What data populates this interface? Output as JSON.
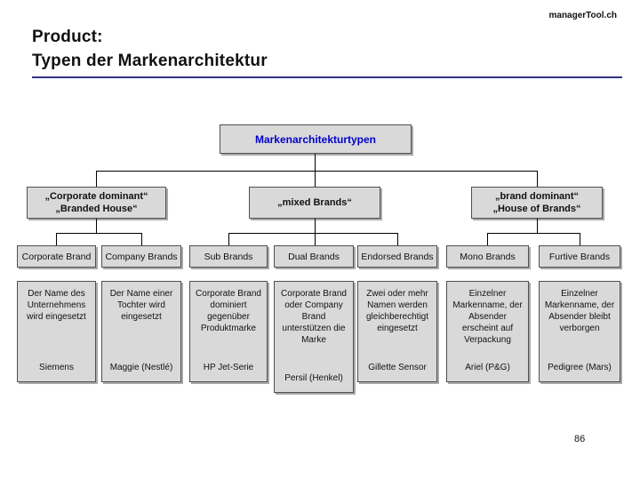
{
  "header": {
    "brand": "managerTool.ch",
    "title_line1": "Product:",
    "title_line2": "Typen der Markenarchitektur"
  },
  "colors": {
    "root_label": "#0000cc",
    "title_underline": "#333388",
    "box_fill": "#d9d9d9",
    "box_border": "#4f4f4f"
  },
  "chart": {
    "root": {
      "label": "Markenarchitekturtypen"
    },
    "groups": [
      {
        "label_line1": "„Corporate dominant“",
        "label_line2": "„Branded House“"
      },
      {
        "label_line1": "„mixed Brands“",
        "label_line2": ""
      },
      {
        "label_line1": "„brand dominant“",
        "label_line2": "„House of Brands“"
      }
    ],
    "types": [
      {
        "name": "Corporate Brand",
        "description": "Der Name des Unternehmens wird eingesetzt",
        "example": "Siemens"
      },
      {
        "name": "Company Brands",
        "description": "Der Name einer Tochter wird eingesetzt",
        "example": "Maggie (Nestlé)"
      },
      {
        "name": "Sub Brands",
        "description": "Corporate Brand dominiert gegenüber Produktmarke",
        "example": "HP Jet-Serie"
      },
      {
        "name": "Dual Brands",
        "description": "Corporate Brand oder Company Brand unterstützen die Marke",
        "example": "Persil (Henkel)"
      },
      {
        "name": "Endorsed Brands",
        "description": "Zwei oder mehr Namen werden gleichberechtigt eingesetzt",
        "example": "Gillette Sensor"
      },
      {
        "name": "Mono Brands",
        "description": "Einzelner Markenname, der Absender erscheint auf Verpackung",
        "example": "Ariel (P&G)"
      },
      {
        "name": "Furtive Brands",
        "description": "Einzelner Markenname, der Absender bleibt verborgen",
        "example": "Pedigree (Mars)"
      }
    ]
  },
  "footer": {
    "page_number": "86"
  }
}
